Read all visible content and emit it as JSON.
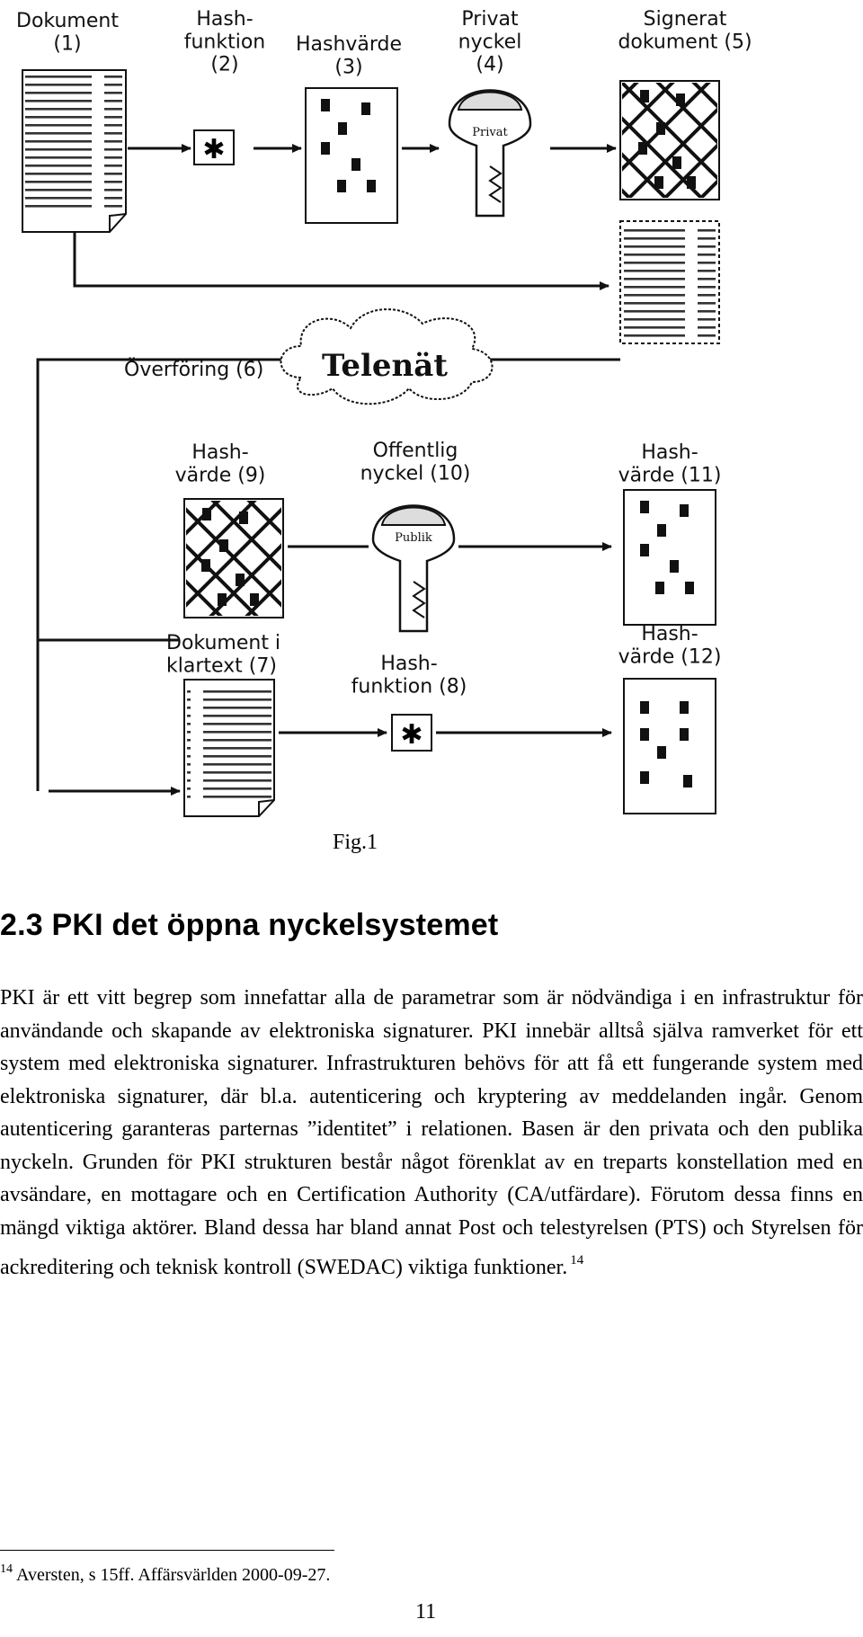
{
  "diagram": {
    "labels": {
      "dokument_1": "Dokument\n(1)",
      "hashfunktion_2": "Hash-\nfunktion\n(2)",
      "hashvarde_3": "Hashvärde\n(3)",
      "privat_nyckel_4": "Privat\nnyckel\n(4)",
      "signerat_dokument_5": "Signerat\ndokument (5)",
      "overforing_6": "Överföring (6)",
      "telenat": "Telenät",
      "dokument_klartext_7": "Dokument i\nklartext (7)",
      "hashfunktion_8": "Hash-\nfunktion (8)",
      "hashvarde_9": "Hash-\nvärde (9)",
      "offentlig_nyckel_10": "Offentlig\nnyckel (10)",
      "hashvarde_11": "Hash-\nvärde (11)",
      "hashvarde_12": "Hash-\nvärde (12)"
    },
    "key_private": "Privat",
    "key_public": "Publik"
  },
  "figure_caption": "Fig.1",
  "section_heading": "2.3 PKI det öppna nyckelsystemet",
  "body": {
    "text": "PKI är ett vitt begrep som innefattar alla de parametrar som är nödvändiga i en infrastruktur för användande och skapande av elektroniska signaturer. PKI innebär alltså själva ramverket för ett system med elektroniska signaturer. Infrastrukturen behövs för att få ett fungerande system med elektroniska signaturer, där bl.a. autenticering och kryptering av meddelanden ingår. Genom autenticering garanteras parternas ”identitet” i relationen. Basen är den privata och den publika nyckeln. Grunden för PKI strukturen består något förenklat av en treparts konstellation med en avsändare, en mottagare och en Certification Authority (CA/utfärdare). Förutom dessa finns en mängd viktiga aktörer. Bland dessa har bland annat Post och telestyrelsen (PTS) och Styrelsen för ackreditering och teknisk kontroll (SWEDAC) viktiga funktioner.",
    "footnote_ref": "14"
  },
  "footnote": {
    "number": "14",
    "text": "Aversten, s 15ff. Affärsvärlden 2000-09-27."
  },
  "page_number": "11"
}
